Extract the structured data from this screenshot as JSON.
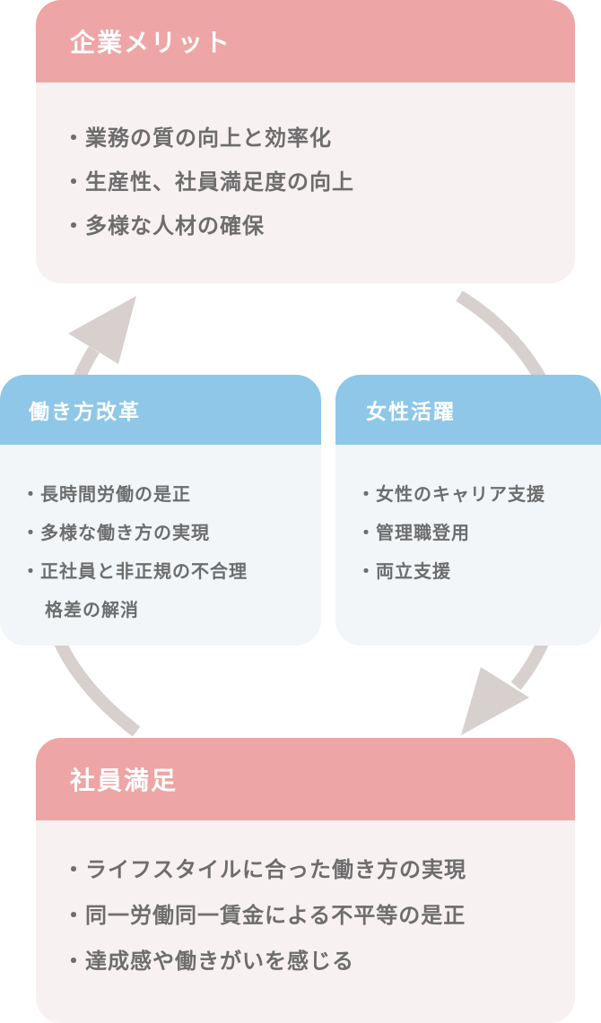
{
  "colors": {
    "pink_header": "#eea5a5",
    "pink_body": "#f8f1f1",
    "blue_header": "#8ec7e8",
    "blue_body": "#f2f6f9",
    "arrow": "#d8cfcf",
    "text": "#6d6d6d"
  },
  "merit": {
    "title": "企業メリット",
    "items": [
      "業務の質の向上と効率化",
      "生産性、社員満足度の向上",
      "多様な人材の確保"
    ]
  },
  "reform": {
    "title": "働き方改革",
    "items": [
      {
        "line1": "長時間労働の是正",
        "line2": ""
      },
      {
        "line1": "多様な働き方の実現",
        "line2": ""
      },
      {
        "line1": "正社員と非正規の不合理",
        "line2": "格差の解消"
      }
    ]
  },
  "women": {
    "title": "女性活躍",
    "items": [
      "女性のキャリア支援",
      "管理職登用",
      "両立支援"
    ]
  },
  "satisfaction": {
    "title": "社員満足",
    "items": [
      "ライフスタイルに合った働き方の実現",
      "同一労働同一賃金による不平等の是正",
      "達成感や働きがいを感じる"
    ]
  },
  "arrows": [
    {
      "icon": "arrow-up-icon",
      "from": "働き方改革",
      "to": "企業メリット"
    },
    {
      "icon": "arrow-down-icon",
      "from": "女性活躍",
      "to": "社員満足"
    }
  ]
}
